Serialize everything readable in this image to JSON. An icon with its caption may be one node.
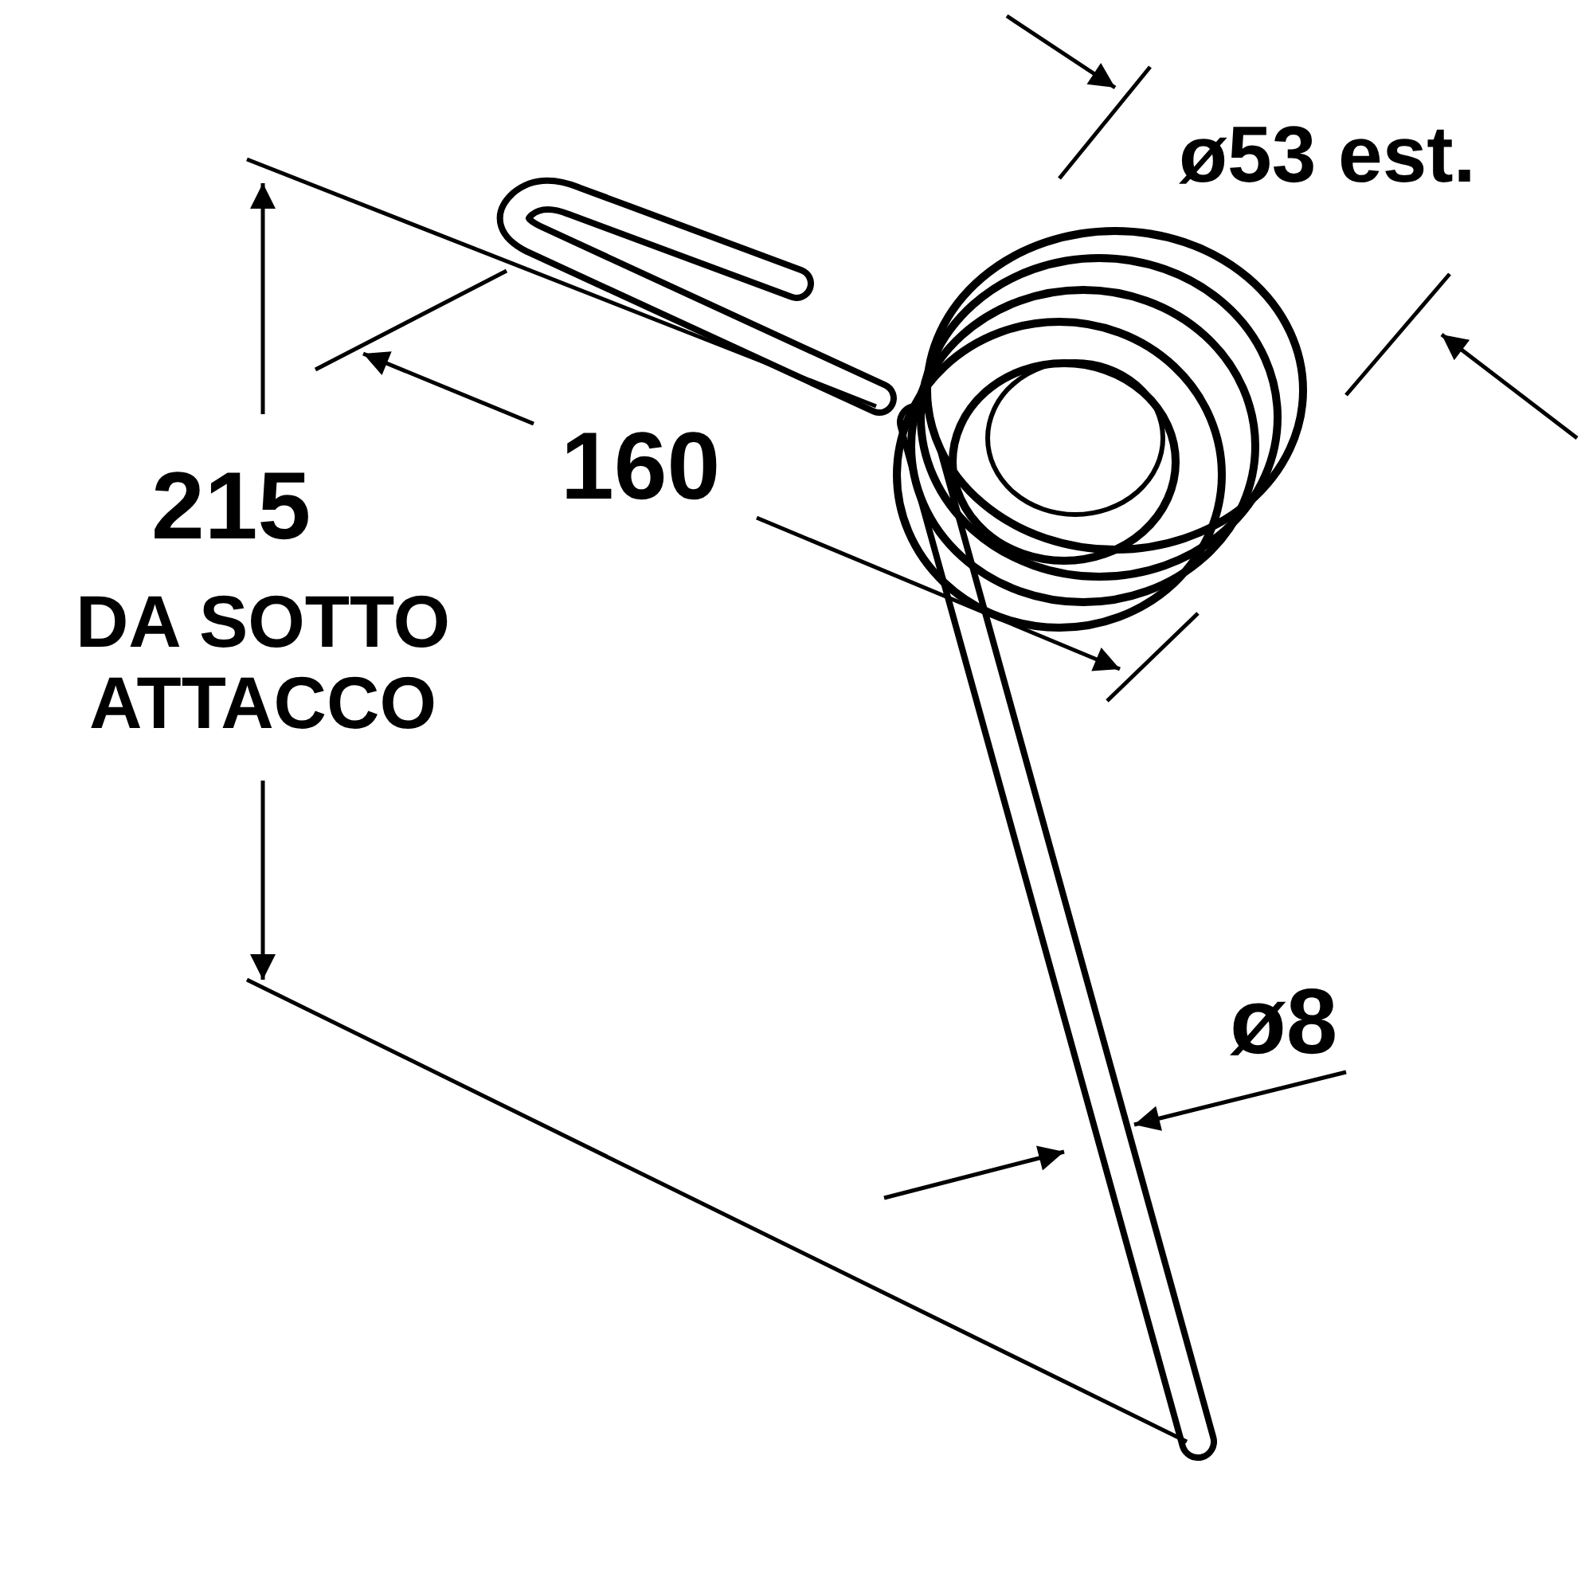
{
  "diagram": {
    "labels": [
      "ø53 est.",
      "160",
      "215",
      "DA SOTTO ATTACCO",
      "ø8"
    ]
  }
}
